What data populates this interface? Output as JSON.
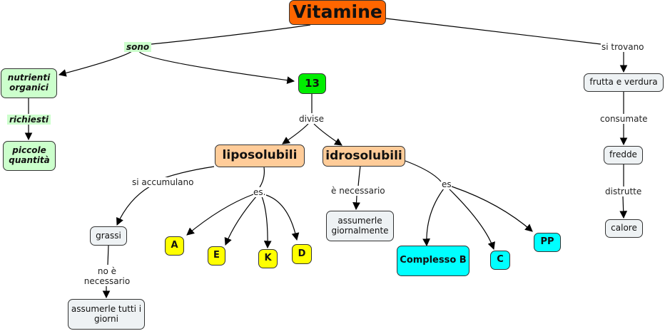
{
  "map": {
    "root": "Vitamine",
    "nodes": {
      "nutrienti_organici": "nutrienti organici",
      "piccole_quantita": "piccole quantità",
      "n13": "13",
      "liposolubili": "liposolubili",
      "idrosolubili": "idrosolubili",
      "grassi": "grassi",
      "assumerle_tutti_giorni": "assumerle tutti i giorni",
      "A": "A",
      "E": "E",
      "K": "K",
      "D": "D",
      "assumerle_giornalmente": "assumerle giornalmente",
      "complesso_b": "Complesso B",
      "C": "C",
      "PP": "PP",
      "frutta_verdura": "frutta e verdura",
      "fredde": "fredde",
      "calore": "calore"
    },
    "links": {
      "sono": "sono",
      "richiesti": "richiesti",
      "divise": "divise",
      "si_accumulano": "si accumulano",
      "no_necessario": "no è necessario",
      "es_lipo": "es.",
      "e_necessario": "è necessario",
      "es_idro": "es",
      "si_trovano": "si trovano",
      "consumate": "consumate",
      "distrutte": "distrutte"
    },
    "colors": {
      "root": "#ff6600",
      "green": "#ccffcc",
      "lime": "#00ee00",
      "peach": "#ffcc99",
      "yellow": "#ffff00",
      "cyan": "#00ffff",
      "grey": "#eef2f4"
    }
  }
}
